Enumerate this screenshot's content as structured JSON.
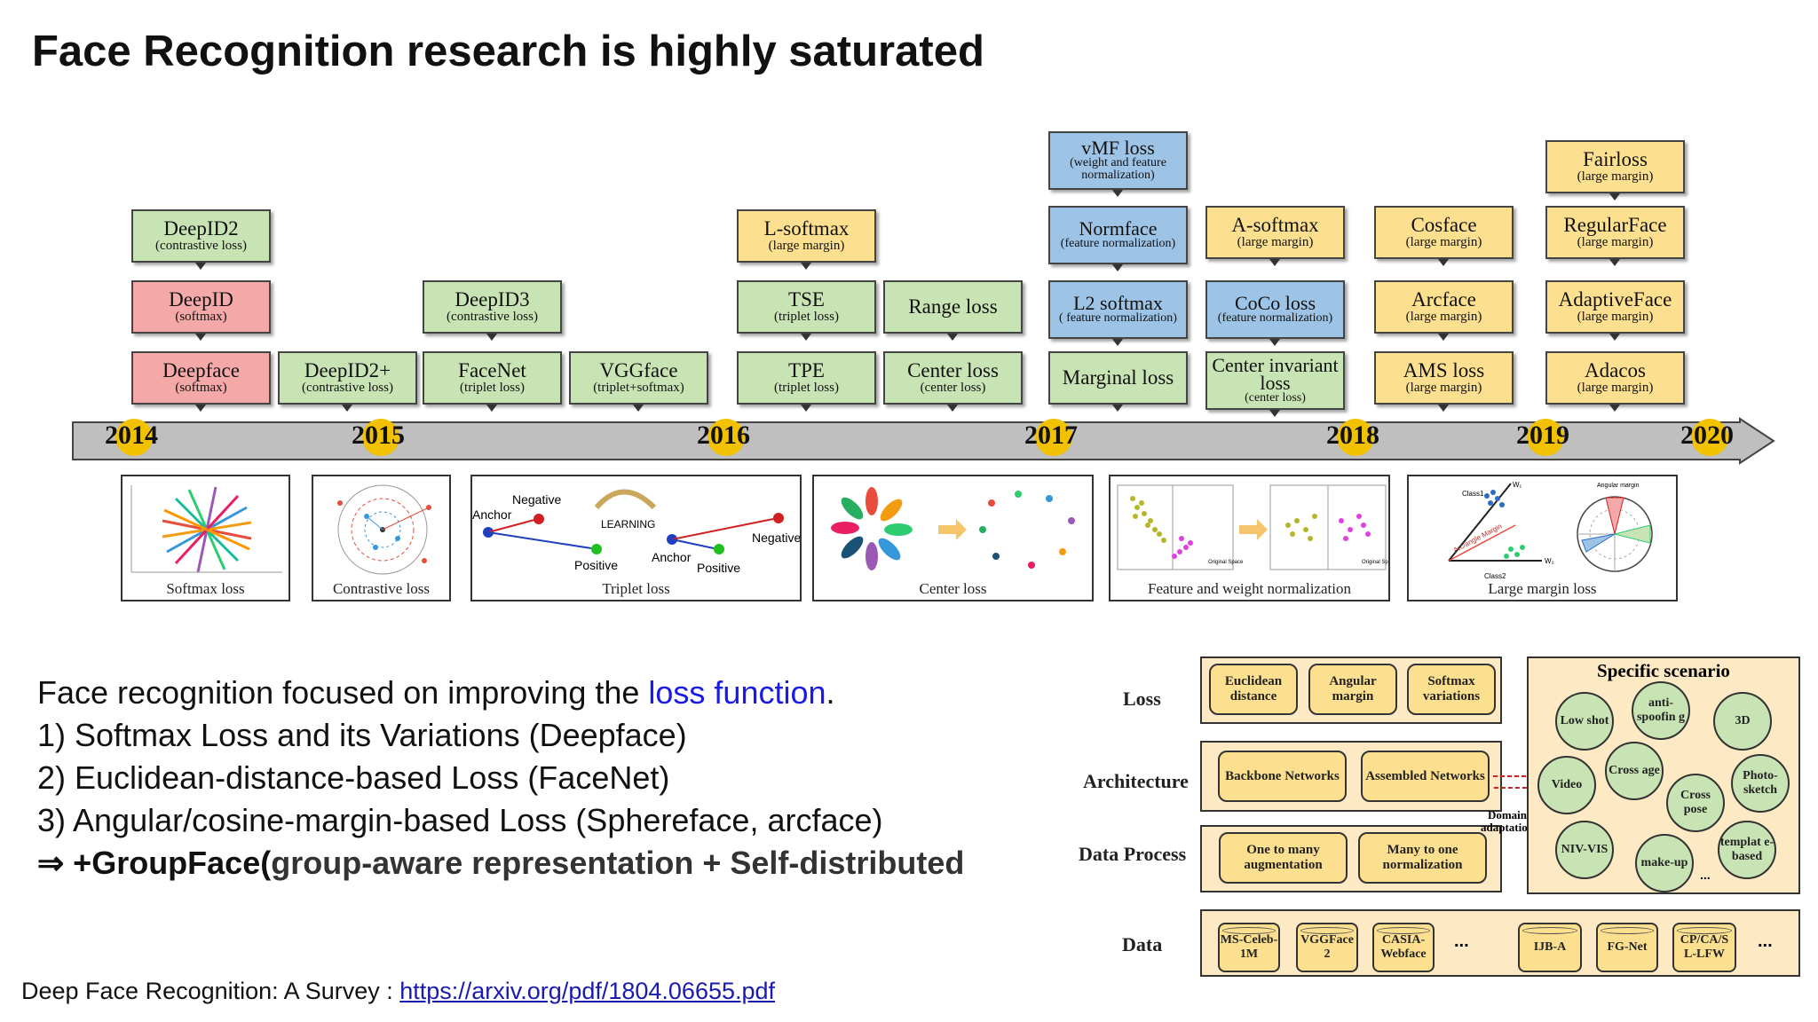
{
  "slide": {
    "title": "Face Recognition research is highly saturated"
  },
  "timeline": {
    "years": [
      "2014",
      "2015",
      "2016",
      "2017",
      "2018",
      "2019",
      "2020"
    ],
    "boxes": [
      {
        "name": "DeepID2",
        "sub": "(contrastive loss)",
        "color": "#c9e4b4"
      },
      {
        "name": "DeepID",
        "sub": "(softmax)",
        "color": "#f4a9a8"
      },
      {
        "name": "Deepface",
        "sub": "(softmax)",
        "color": "#f4a9a8"
      },
      {
        "name": "DeepID2+",
        "sub": "(contrastive loss)",
        "color": "#c9e4b4"
      },
      {
        "name": "DeepID3",
        "sub": "(contrastive loss)",
        "color": "#c9e4b4"
      },
      {
        "name": "FaceNet",
        "sub": "(triplet loss)",
        "color": "#c9e4b4"
      },
      {
        "name": "VGGface",
        "sub": "(triplet+softmax)",
        "color": "#c9e4b4"
      },
      {
        "name": "L-softmax",
        "sub": "(large margin)",
        "color": "#fde08f"
      },
      {
        "name": "TSE",
        "sub": "(triplet loss)",
        "color": "#c9e4b4"
      },
      {
        "name": "TPE",
        "sub": "(triplet loss)",
        "color": "#c9e4b4"
      },
      {
        "name": "Range loss",
        "sub": "",
        "color": "#c9e4b4"
      },
      {
        "name": "Center loss",
        "sub": "(center loss)",
        "color": "#c9e4b4"
      },
      {
        "name": "vMF loss",
        "sub": "(weight and feature normalization)",
        "color": "#9dc3e6"
      },
      {
        "name": "Normface",
        "sub": "(feature normalization)",
        "color": "#9dc3e6"
      },
      {
        "name": "L2 softmax",
        "sub": "( feature normalization)",
        "color": "#9dc3e6"
      },
      {
        "name": "Marginal loss",
        "sub": "",
        "color": "#c9e4b4"
      },
      {
        "name": "A-softmax",
        "sub": "(large margin)",
        "color": "#fde08f"
      },
      {
        "name": "CoCo loss",
        "sub": "(feature normalization)",
        "color": "#9dc3e6"
      },
      {
        "name": "Center invariant loss",
        "sub": "(center loss)",
        "color": "#c9e4b4"
      },
      {
        "name": "Cosface",
        "sub": "(large margin)",
        "color": "#fde08f"
      },
      {
        "name": "Arcface",
        "sub": "(large margin)",
        "color": "#fde08f"
      },
      {
        "name": "AMS loss",
        "sub": "(large margin)",
        "color": "#fde08f"
      },
      {
        "name": "Fairloss",
        "sub": "(large margin)",
        "color": "#fde08f"
      },
      {
        "name": "RegularFace",
        "sub": "(large margin)",
        "color": "#fde08f"
      },
      {
        "name": "AdaptiveFace",
        "sub": "(large margin)",
        "color": "#fde08f"
      },
      {
        "name": "Adacos",
        "sub": "(large margin)",
        "color": "#fde08f"
      }
    ],
    "panels": [
      "Softmax loss",
      "Contrastive loss",
      "Triplet loss",
      "Center loss",
      "Feature and weight normalization",
      "Large margin loss"
    ],
    "triplet_labels": {
      "negative": "Negative",
      "anchor": "Anchor",
      "positive": "Positive",
      "learning": "LEARNING"
    },
    "panel_small_labels": {
      "class1": "Class1",
      "class2": "Class2",
      "w1": "W₁",
      "w2": "W₂",
      "arc": "Arc/angle Margin",
      "angular": "Angular margin",
      "orig_space": "Original Space"
    }
  },
  "body": {
    "line1_pre": "Face recognition focused on improving the ",
    "line1_link": "loss function",
    "line1_post": ".",
    "line2": "1) Softmax Loss and its Variations (Deepface)",
    "line3": "2) Euclidean-distance-based Loss (FaceNet)",
    "line4": "3) Angular/cosine-margin-based Loss (Sphereface, arcface)",
    "line5_arrow": "⇒ +GroupFace(",
    "line5_rest": "group-aware representation + Self-distributed"
  },
  "footer": {
    "label": "Deep Face Recognition: A Survey  : ",
    "link": "https://arxiv.org/pdf/1804.06655.pdf"
  },
  "framework": {
    "row_labels": {
      "loss": "Loss",
      "architecture": "Architecture",
      "data_process": "Data Process",
      "data": "Data"
    },
    "loss_items": [
      "Euclidean distance",
      "Angular margin",
      "Softmax variations"
    ],
    "arch_items": [
      "Backbone Networks",
      "Assembled Networks"
    ],
    "dp_items": [
      "One to many augmentation",
      "Many to one normalization"
    ],
    "data_items": [
      "MS-Celeb-1M",
      "VGGFace 2",
      "CASIA-Webface",
      "IJB-A",
      "FG-Net",
      "CP/CA/S L-LFW"
    ],
    "ellipsis": "...",
    "domain_adaptation": "Domain adaptation",
    "scenario_title": "Specific scenario",
    "scenarios": [
      "Low shot",
      "anti-spoofin g",
      "3D",
      "Cross age",
      "Video",
      "Photo-sketch",
      "Cross pose",
      "NIV-VIS",
      "make-up",
      "templat e-based"
    ]
  }
}
